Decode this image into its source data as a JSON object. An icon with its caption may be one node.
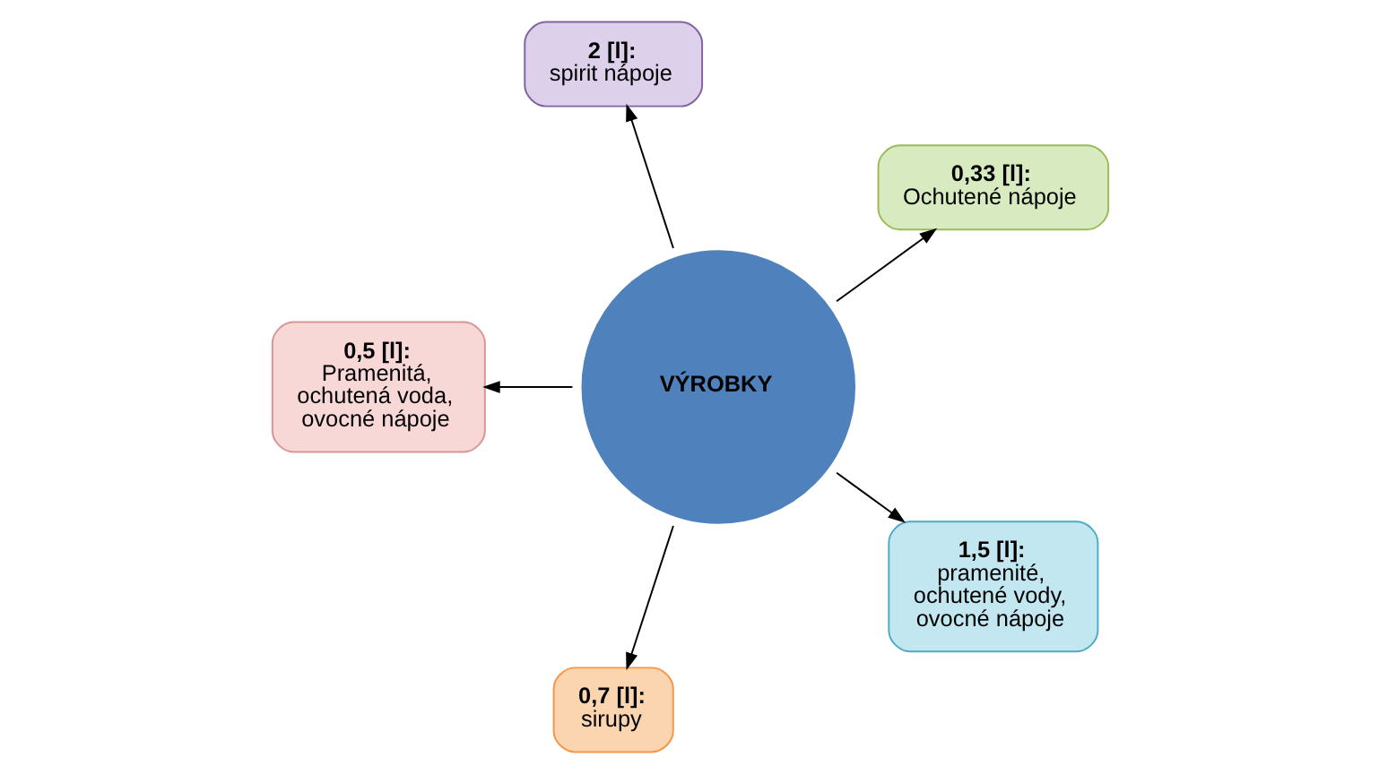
{
  "diagram": {
    "nodes": [
      {
        "text": [
          "VÝROBKY"
        ]
      },
      {
        "text": [
          "0,33 [l]:",
          "Ochutené nápoje"
        ]
      },
      {
        "text": [
          "2 [l]:",
          "spirit nápoje"
        ]
      },
      {
        "text": [
          "0,5 [l]:",
          "Pramenitá, ochutená voda, ovocné nápoje"
        ]
      },
      {
        "text": [
          "0,7 [l]:",
          "sirupy"
        ]
      },
      {
        "text": [
          "1,5 [l]:",
          "pramenité, ochutené vody, ovocné nápoje"
        ]
      }
    ],
    "edges": [
      {
        "from": 0,
        "to": 1,
        "arrow": "to"
      },
      {
        "from": 0,
        "to": 2,
        "arrow": "to"
      },
      {
        "from": 0,
        "to": 3,
        "arrow": "to"
      },
      {
        "from": 0,
        "to": 4,
        "arrow": "to"
      },
      {
        "from": 0,
        "to": 5,
        "arrow": "to"
      }
    ]
  }
}
